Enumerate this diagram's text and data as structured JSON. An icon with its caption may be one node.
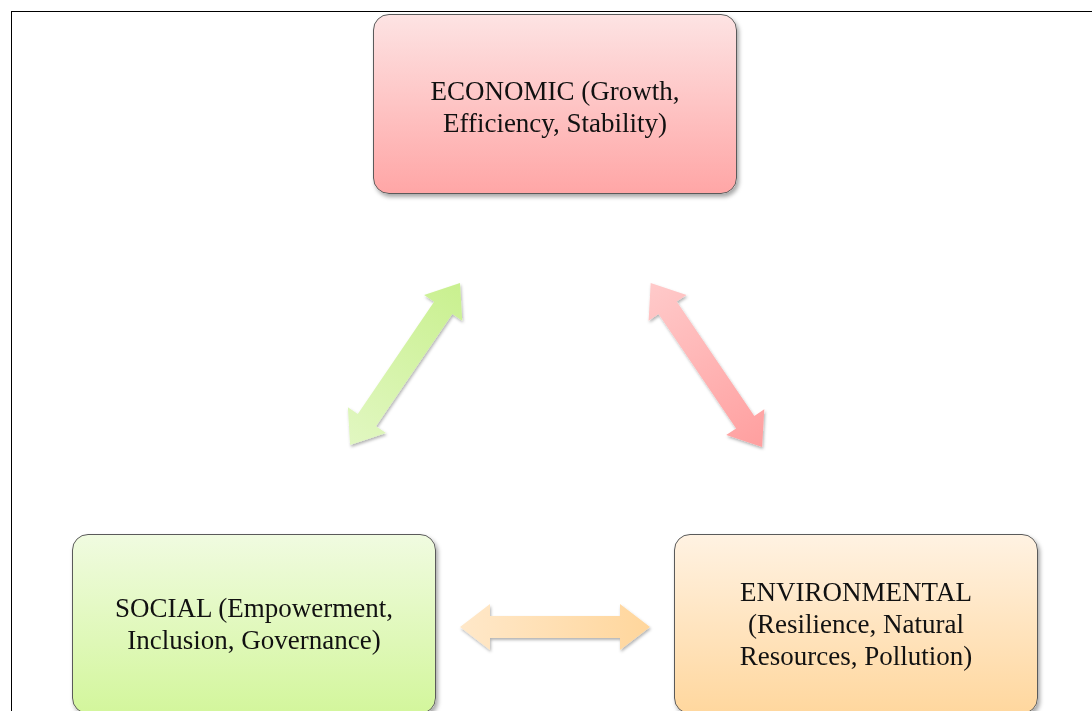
{
  "diagram": {
    "nodes": [
      {
        "text": [
          "ECONOMIC (Growth, Efficiency, Stability)"
        ]
      },
      {
        "text": [
          "SOCIAL (Empowerment, Inclusion, Governance)"
        ]
      },
      {
        "text": [
          "ENVIRONMENTAL (Resilience, Natural Resources, Pollution)"
        ]
      }
    ],
    "edges": [
      {
        "from": 1,
        "to": 0,
        "arrow": "both",
        "style": "thick",
        "color": "#c9f08f"
      },
      {
        "from": 0,
        "to": 2,
        "arrow": "both",
        "style": "thick",
        "color": "#ff9f9f"
      },
      {
        "from": 1,
        "to": 2,
        "arrow": "both",
        "style": "thick",
        "color": "#ffd69c"
      }
    ]
  }
}
